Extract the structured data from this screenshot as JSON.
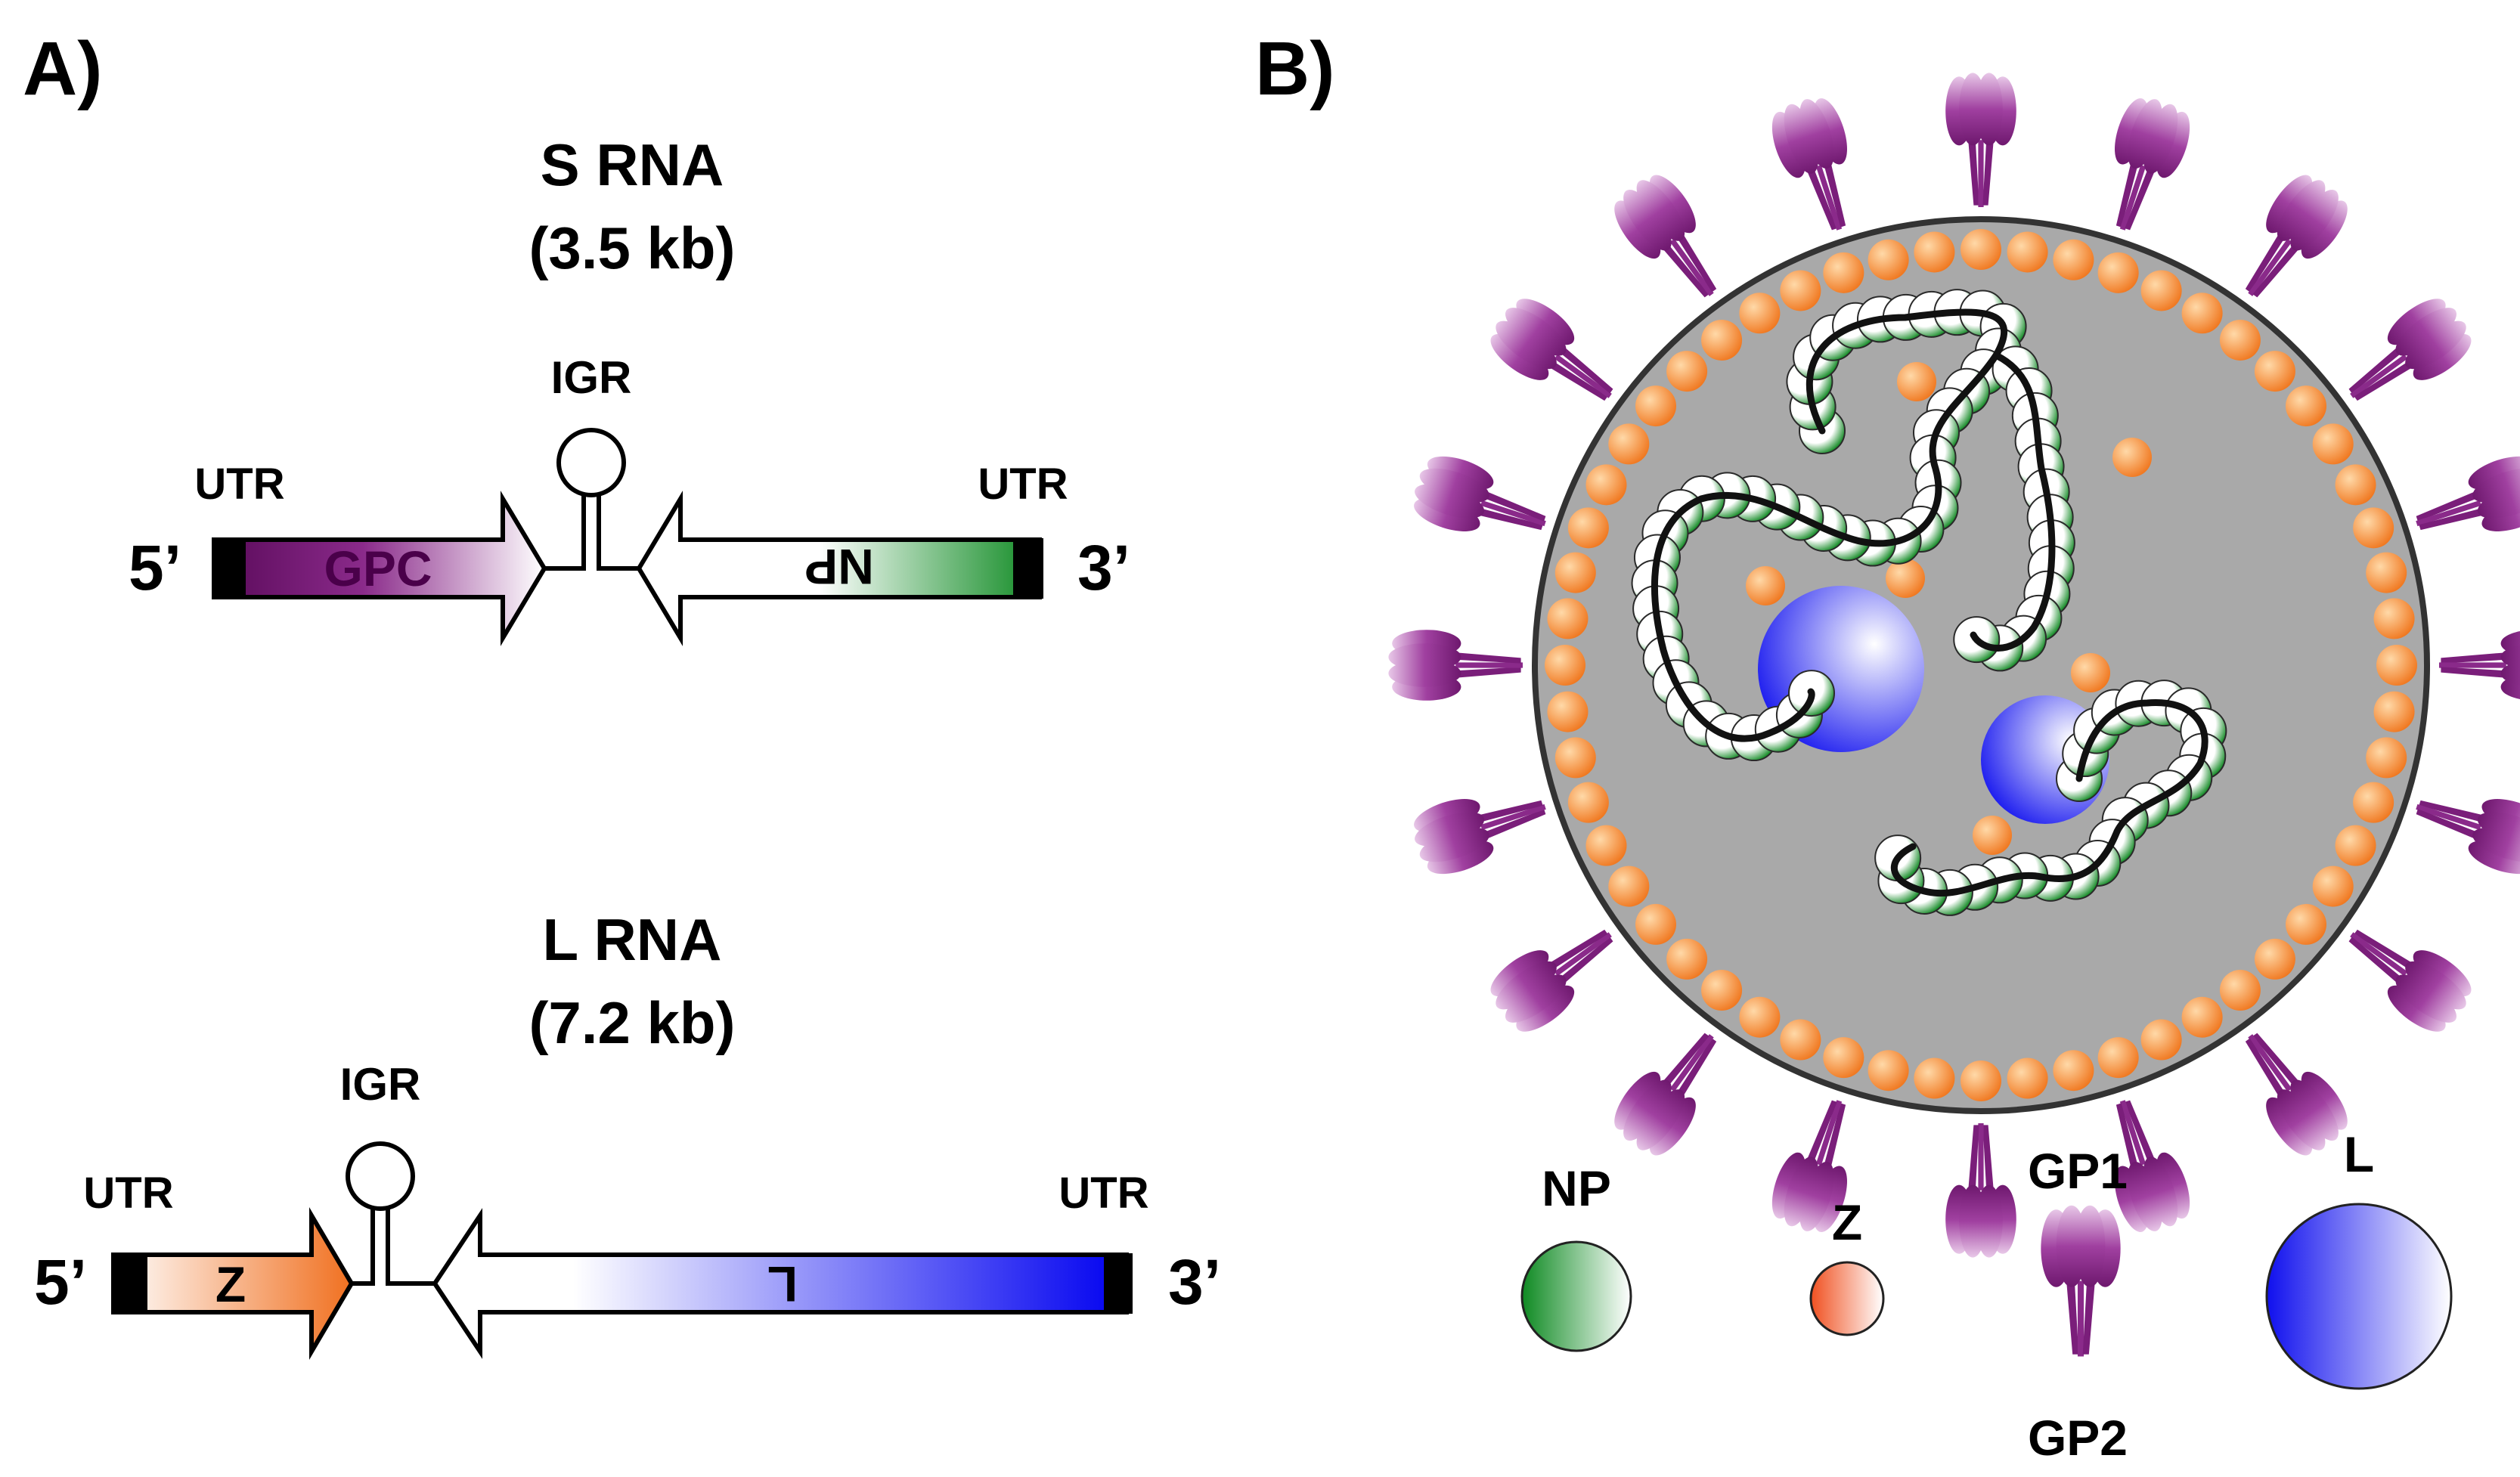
{
  "panel_a": {
    "label": "A)",
    "s_segment": {
      "name": "S RNA",
      "size": "(3.5 kb)",
      "igr": "IGR",
      "utr_left": "UTR",
      "utr_right": "UTR",
      "end_5": "5’",
      "end_3": "3’",
      "gene_forward": "GPC",
      "gene_reverse": "NP"
    },
    "l_segment": {
      "name": "L RNA",
      "size": "(7.2 kb)",
      "igr": "IGR",
      "utr_left": "UTR",
      "utr_right": "UTR",
      "end_5": "5’",
      "end_3": "3’",
      "gene_forward": "Z",
      "gene_reverse": "L"
    }
  },
  "panel_b": {
    "label": "B)",
    "legend": {
      "np": "NP",
      "z": "Z",
      "gp1": "GP1",
      "gp2": "GP2",
      "l": "L"
    }
  },
  "colors": {
    "gpc": "#6e0f6e",
    "np": "#1a8a2a",
    "z": "#f07828",
    "l": "#0a0aee",
    "virion_fill": "#a9a9a9",
    "z_bead": "#f59a45",
    "spike": "#9b3c9b"
  }
}
